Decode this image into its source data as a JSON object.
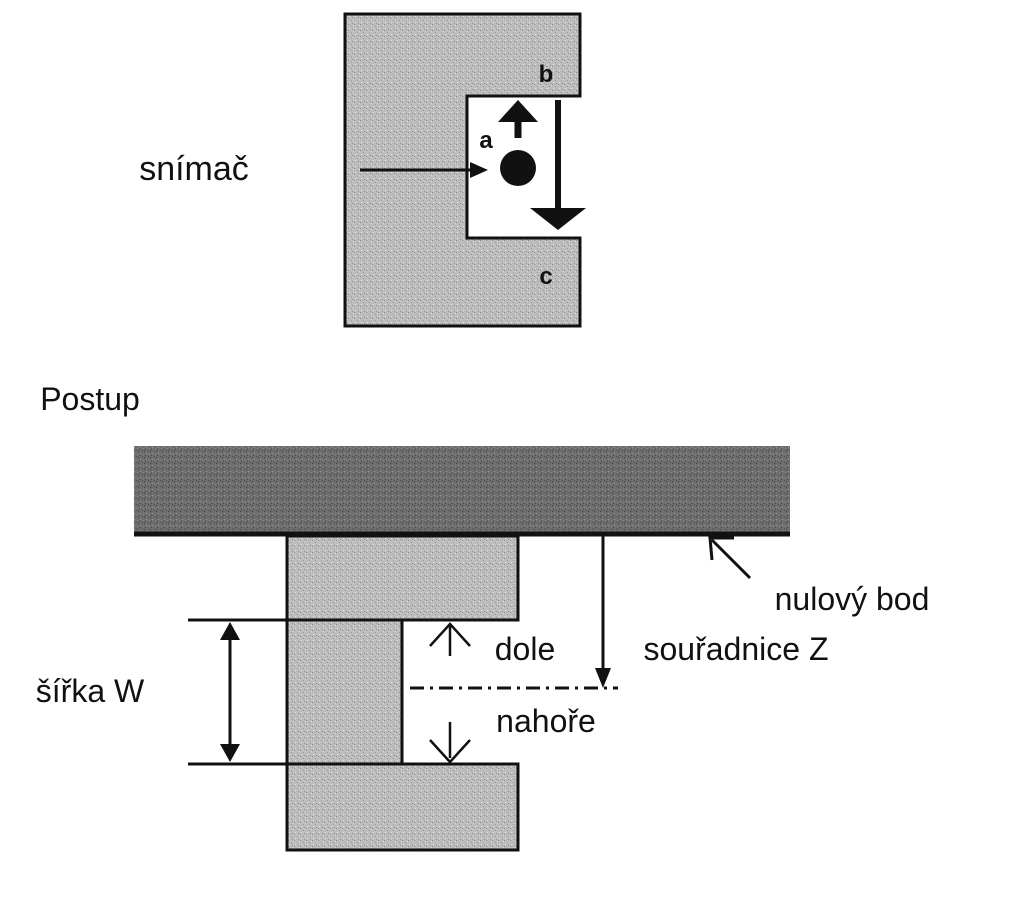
{
  "labels": {
    "snimac": "snímač",
    "postup": "Postup",
    "nulovy_bod": "nulový bod",
    "souradnice_z": "souřadnice Z",
    "dole": "dole",
    "nahore": "nahoře",
    "sirka_w": "šířka W",
    "a": "a",
    "b": "b",
    "c": "c"
  },
  "colors": {
    "light_grey": "#b8b8b8",
    "dark_grey": "#6b6b6b",
    "ink": "#111111"
  }
}
